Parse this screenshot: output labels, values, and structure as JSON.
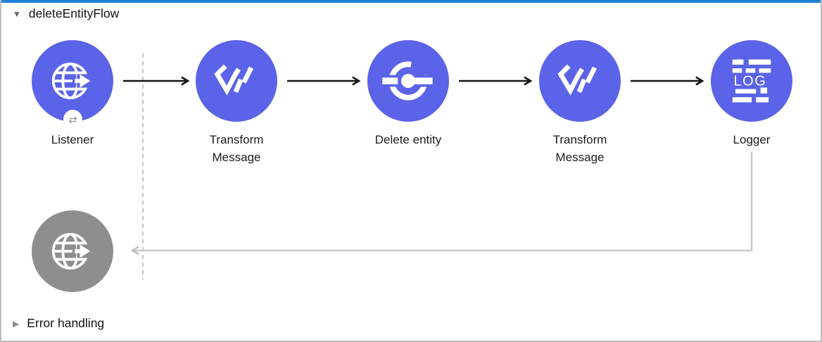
{
  "header": {
    "collapse_icon": "▼",
    "title": "deleteEntityFlow"
  },
  "footer": {
    "expand_icon": "▶",
    "label": "Error handling"
  },
  "flow": {
    "nodes": [
      {
        "id": "listener",
        "label": "Listener",
        "icon": "http-listener-icon"
      },
      {
        "id": "transform-1",
        "label": "Transform Message",
        "icon": "dataweave-icon"
      },
      {
        "id": "delete-entity",
        "label": "Delete entity",
        "icon": "connector-icon"
      },
      {
        "id": "transform-2",
        "label": "Transform Message",
        "icon": "dataweave-icon"
      },
      {
        "id": "logger",
        "label": "Logger",
        "icon": "logger-icon"
      }
    ],
    "response_node": {
      "id": "http-response",
      "label": "",
      "icon": "http-response-icon"
    },
    "logger_icon_text": "LOG",
    "listener_badge_icon": "⇄"
  },
  "colors": {
    "node_blue": "#5b63e8",
    "node_gray": "#8e8e8e",
    "accent_bar": "#1e80d8",
    "panel_border": "#bdbdbd",
    "message_arrow_black": "#141414",
    "return_line_gray": "#c9c9c9",
    "scope_boundary_gray": "#c6c6c6"
  }
}
